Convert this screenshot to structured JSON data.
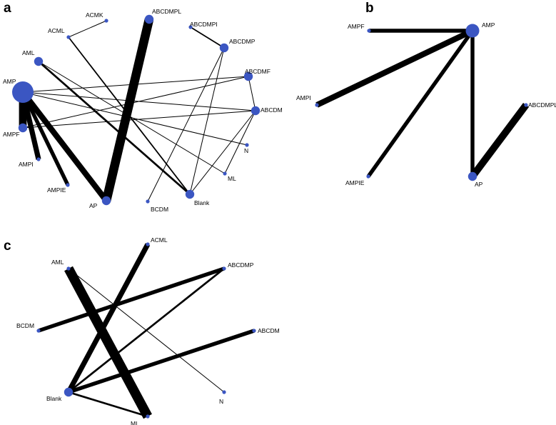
{
  "panels": [
    {
      "id": "a",
      "label": "a",
      "nodes": [
        {
          "id": "ACMK",
          "label": "ACMK",
          "size": "small"
        },
        {
          "id": "ABCDMPL",
          "label": "ABCDMPL",
          "size": "medium"
        },
        {
          "id": "ACML",
          "label": "ACML",
          "size": "small"
        },
        {
          "id": "ABCDMPI",
          "label": "ABCDMPI",
          "size": "small"
        },
        {
          "id": "ABCDMP",
          "label": "ABCDMP",
          "size": "medium"
        },
        {
          "id": "AML",
          "label": "AML",
          "size": "medium"
        },
        {
          "id": "ABCDMF",
          "label": "ABCDMF",
          "size": "medium"
        },
        {
          "id": "AMP",
          "label": "AMP",
          "size": "xlarge"
        },
        {
          "id": "ABCDM",
          "label": "ABCDM",
          "size": "medium"
        },
        {
          "id": "AMPF",
          "label": "AMPF",
          "size": "medium"
        },
        {
          "id": "N",
          "label": "N",
          "size": "small"
        },
        {
          "id": "AMPI",
          "label": "AMPI",
          "size": "small"
        },
        {
          "id": "ML",
          "label": "ML",
          "size": "small"
        },
        {
          "id": "AMPIE",
          "label": "AMPIE",
          "size": "small"
        },
        {
          "id": "AP",
          "label": "AP",
          "size": "medium"
        },
        {
          "id": "BCDM",
          "label": "BCDM",
          "size": "small"
        },
        {
          "id": "Blank",
          "label": "Blank",
          "size": "medium"
        }
      ],
      "edges": [
        {
          "source": "ACML",
          "target": "ACMK",
          "weight": 1
        },
        {
          "source": "ABCDMPI",
          "target": "ABCDMP",
          "weight": 2
        },
        {
          "source": "AP",
          "target": "ABCDMPL",
          "weight": 14
        },
        {
          "source": "AMP",
          "target": "AMPF",
          "weight": 12
        },
        {
          "source": "AMP",
          "target": "AMPI",
          "weight": 8
        },
        {
          "source": "AMP",
          "target": "AMPIE",
          "weight": 6
        },
        {
          "source": "AMP",
          "target": "AP",
          "weight": 9
        },
        {
          "source": "AMP",
          "target": "ABCDMF",
          "weight": 1
        },
        {
          "source": "AMP",
          "target": "ABCDM",
          "weight": 1
        },
        {
          "source": "AMP",
          "target": "N",
          "weight": 1
        },
        {
          "source": "AMPF",
          "target": "ABCDMF",
          "weight": 1
        },
        {
          "source": "AMPF",
          "target": "ABCDM",
          "weight": 1
        },
        {
          "source": "ACML",
          "target": "Blank",
          "weight": 2
        },
        {
          "source": "AML",
          "target": "Blank",
          "weight": 3
        },
        {
          "source": "AML",
          "target": "ML",
          "weight": 1
        },
        {
          "source": "ABCDMP",
          "target": "BCDM",
          "weight": 1
        },
        {
          "source": "ABCDMP",
          "target": "Blank",
          "weight": 1
        },
        {
          "source": "ABCDMF",
          "target": "ABCDM",
          "weight": 1
        },
        {
          "source": "ABCDM",
          "target": "Blank",
          "weight": 1
        },
        {
          "source": "ABCDM",
          "target": "ML",
          "weight": 1
        }
      ]
    },
    {
      "id": "b",
      "label": "b",
      "nodes": [
        {
          "id": "AMPF",
          "label": "AMPF",
          "size": "small"
        },
        {
          "id": "AMP",
          "label": "AMP",
          "size": "large"
        },
        {
          "id": "AMPI",
          "label": "AMPI",
          "size": "small"
        },
        {
          "id": "ABCDMPL",
          "label": "ABCDMPL",
          "size": "small"
        },
        {
          "id": "AMPIE",
          "label": "AMPIE",
          "size": "small"
        },
        {
          "id": "AP",
          "label": "AP",
          "size": "medium"
        }
      ],
      "edges": [
        {
          "source": "AMPF",
          "target": "AMP",
          "weight": 6
        },
        {
          "source": "AMP",
          "target": "AMPI",
          "weight": 9
        },
        {
          "source": "AMP",
          "target": "AMPIE",
          "weight": 6
        },
        {
          "source": "AMP",
          "target": "AP",
          "weight": 6
        },
        {
          "source": "AP",
          "target": "ABCDMPL",
          "weight": 11
        }
      ]
    },
    {
      "id": "c",
      "label": "c",
      "nodes": [
        {
          "id": "ACML",
          "label": "ACML",
          "size": "small"
        },
        {
          "id": "AML",
          "label": "AML",
          "size": "small"
        },
        {
          "id": "ABCDMP",
          "label": "ABCDMP",
          "size": "small"
        },
        {
          "id": "BCDM",
          "label": "BCDM",
          "size": "small"
        },
        {
          "id": "ABCDM",
          "label": "ABCDM",
          "size": "small"
        },
        {
          "id": "Blank",
          "label": "Blank",
          "size": "medium"
        },
        {
          "id": "N",
          "label": "N",
          "size": "small"
        },
        {
          "id": "ML",
          "label": "ML",
          "size": "small"
        }
      ],
      "edges": [
        {
          "source": "AML",
          "target": "ML",
          "weight": 15
        },
        {
          "source": "Blank",
          "target": "ACML",
          "weight": 8
        },
        {
          "source": "BCDM",
          "target": "ABCDMP",
          "weight": 6
        },
        {
          "source": "Blank",
          "target": "ABCDMP",
          "weight": 3
        },
        {
          "source": "Blank",
          "target": "ABCDM",
          "weight": 6
        },
        {
          "source": "AML",
          "target": "N",
          "weight": 1
        },
        {
          "source": "Blank",
          "target": "ML",
          "weight": 3
        }
      ]
    }
  ]
}
